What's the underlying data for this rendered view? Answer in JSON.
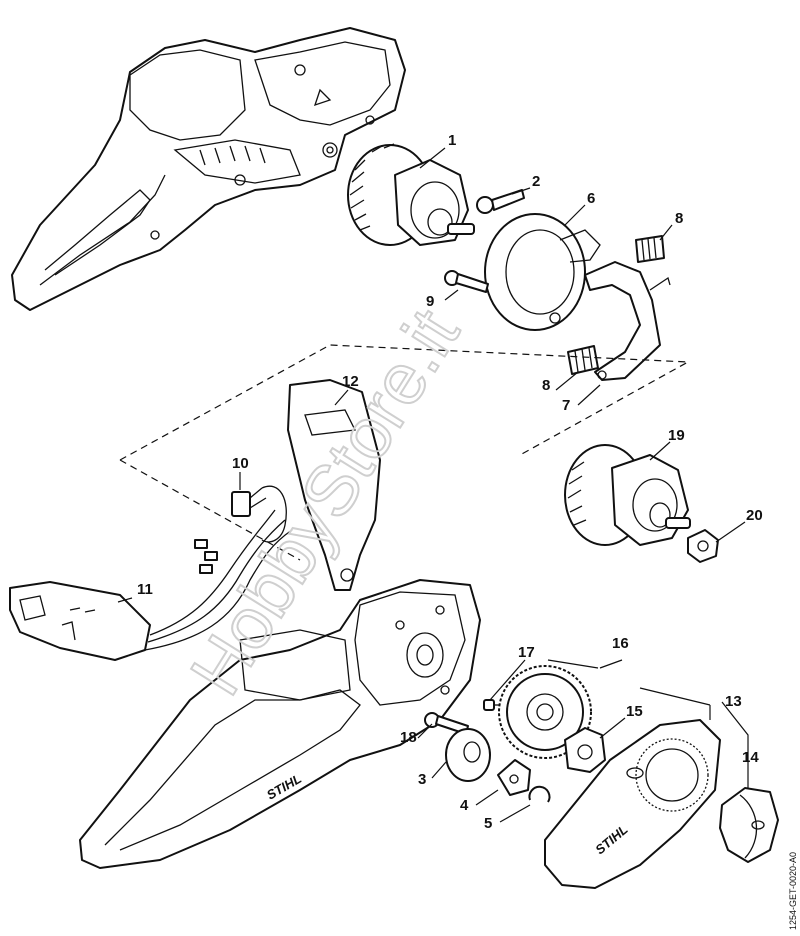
{
  "watermark": "HobbyStore.it",
  "doc_id": "1254-GET-0020-A0",
  "brand_marks": [
    "STIHL",
    "STIHL"
  ],
  "callouts": [
    {
      "label": "1"
    },
    {
      "label": "2"
    },
    {
      "label": "6"
    },
    {
      "label": "8"
    },
    {
      "label": "9"
    },
    {
      "label": "8"
    },
    {
      "label": "7"
    },
    {
      "label": "12"
    },
    {
      "label": "19"
    },
    {
      "label": "10"
    },
    {
      "label": "20"
    },
    {
      "label": "11"
    },
    {
      "label": "17"
    },
    {
      "label": "16"
    },
    {
      "label": "13"
    },
    {
      "label": "15"
    },
    {
      "label": "18"
    },
    {
      "label": "14"
    },
    {
      "label": "3"
    },
    {
      "label": "4"
    },
    {
      "label": "5"
    }
  ]
}
